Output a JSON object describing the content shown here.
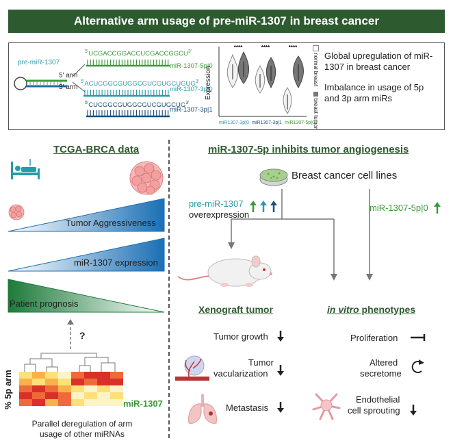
{
  "title": "Alternative arm usage of pre-miR-1307 in breast cancer",
  "top": {
    "pre_label": "pre-miR-1307",
    "arm5": "5' arm",
    "arm3": "3' arm",
    "seq1": {
      "prime5": "5'",
      "prime3": "3'",
      "seq": "UCGACCGGACCUCGACCGGCU",
      "name": "miR-1307-5p|0"
    },
    "seq2": {
      "prime5": "5'",
      "prime3": "3'",
      "seq": "ACUCGGCGUGGCGUCGUGCUGUG",
      "name": "miR-1307-3p|0"
    },
    "seq3": {
      "prime5": "5'",
      "prime3": "3'",
      "seq": "CUCGGCGUGGCGUCGUGCUG",
      "name": "miR-1307-3p|1"
    },
    "stars": [
      "****",
      "****",
      "****"
    ],
    "ylabel": "Expression",
    "xlabels": [
      "miR1307-3p|0",
      "miR1307-3p|1",
      "miR1307-5p|0"
    ],
    "legend": [
      "normal breast",
      "breast tumor"
    ],
    "text1": "Global upregulation of miR-1307 in breast cancer",
    "text2": "Imbalance in usage of 5p and 3p arm miRs"
  },
  "left": {
    "header": "TCGA-BRCA data",
    "tri1": "Tumor Aggressiveness",
    "tri2": "miR-1307 expression",
    "tri3": "Patient prognosis",
    "question": "?",
    "heat_ylabel": "% 5p arm",
    "heat_label": "miR-1307",
    "caption_l1": "Parallel deregulation of arm",
    "caption_l2": "usage of other miRNAs"
  },
  "right": {
    "header": "miR-1307-5p inhibits tumor angiogenesis",
    "cell_lines": "Breast cancer cell lines",
    "pre_over_1": "pre-miR-1307",
    "pre_over_2": "overexpression",
    "mir_up": "miR-1307-5p|0",
    "xeno": "Xenograft tumor",
    "invitro_i": "in vitro",
    "invitro_rest": " phenotypes",
    "tumor_growth": "Tumor growth",
    "tumor_vasc_1": "Tumor",
    "tumor_vasc_2": "vacularization",
    "metastasis": "Metastasis",
    "proliferation": "Proliferation",
    "secretome_1": "Altered",
    "secretome_2": "secretome",
    "sprout_1": "Endothelial",
    "sprout_2": "cell sprouting"
  },
  "colors": {
    "title_bg": "#2e5a2f",
    "green": "#3a7d34",
    "blue": "#1a6fb5",
    "teal": "#2a9aa8",
    "navy": "#1e4f78"
  }
}
